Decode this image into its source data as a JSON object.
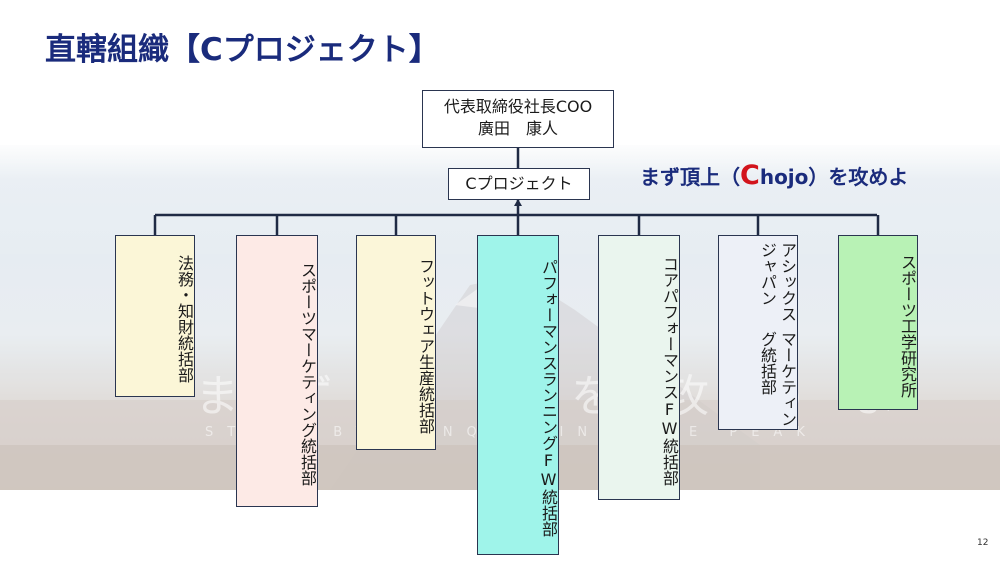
{
  "title": "直轄組織【Cプロジェクト】",
  "ceo": {
    "line1": "代表取締役社長COO",
    "line2": "廣田　康人"
  },
  "project_box": "Cプロジェクト",
  "slogan": {
    "prefix": "まず頂上（",
    "accent": "C",
    "suffix": "hojo）を攻めよ"
  },
  "watermark": {
    "main": "まず頂上を攻めよ",
    "sub": "START BY CONQUERING THE PEAK"
  },
  "departments": [
    {
      "lines": [
        "法務・",
        "知財統",
        "括部"
      ],
      "color": "#fbf6d7"
    },
    {
      "lines": [
        "スポーツマーケティング統括部"
      ],
      "color": "#fdeae6"
    },
    {
      "lines": [
        "フットウェア生産統括部"
      ],
      "color": "#fbf6d9"
    },
    {
      "lines": [
        "パフォーマンスランニングFW統括部"
      ],
      "color": "#9ff4ea"
    },
    {
      "lines": [
        "コアパフォーマンスFW統括部"
      ],
      "color": "#eaf5ee"
    },
    {
      "lines": [
        "アシックスジャパン",
        "マーケティング統括部"
      ],
      "color": "#edf0f7"
    },
    {
      "lines": [
        "スポーツ工学研究所"
      ],
      "color": "#b8f2b5"
    }
  ],
  "page_number": "12",
  "colors": {
    "title": "#1a2b7c",
    "accent": "#d2141c",
    "connector": "#1f2a44"
  }
}
